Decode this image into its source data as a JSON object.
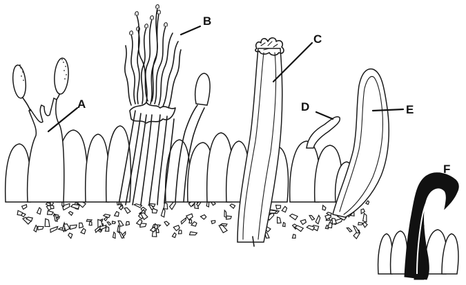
{
  "figure": {
    "labels": {
      "a": "A",
      "b": "B",
      "c": "C",
      "d": "D",
      "e": "E",
      "f": "F"
    },
    "colors": {
      "ink": "#1a1a1a",
      "background": "#ffffff",
      "solid_fill": "#111111"
    }
  }
}
